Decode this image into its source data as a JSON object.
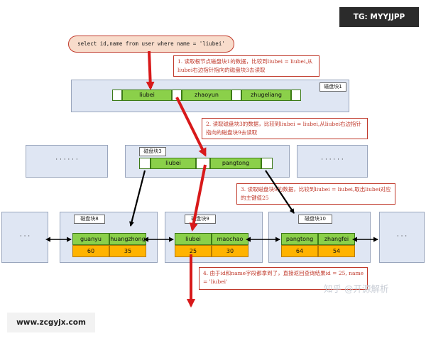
{
  "watermark_top": "TG: MYYJJPP",
  "watermark_bottom": "www.zcgyjx.com",
  "watermark_zhihu": "知乎 @开源解析",
  "query": "select id,name from user where name = 'liubei'",
  "notes": {
    "n1": "1. 读取根节点磁盘块1的数据，比较到liubei = liubei,从liubei右边指针指向的磁盘块3去读取",
    "n2": "2. 读取磁盘块3的数据，比较到liubei = liubei,从liubei右边指针指向的磁盘块9去读取",
    "n3": "3. 读取磁盘块9的数据，比较到liubei = liubei,取出liubei对应的主键值25",
    "n4": "4. 由于id和name字段都拿到了，直接返回查询结果id = 25, name = 'liubei'"
  },
  "root": {
    "label": "磁盘块1",
    "keys": [
      "liubei",
      "zhaoyun",
      "zhugeliang"
    ]
  },
  "mid": {
    "label": "磁盘块3",
    "keys": [
      "liubei",
      "pangtong"
    ]
  },
  "ellipsis": "· · · · · ·",
  "dots3": "· · ·",
  "leaf8": {
    "label": "磁盘块8",
    "keys": [
      "guanyu",
      "huangzhong"
    ],
    "values": [
      "60",
      "35"
    ]
  },
  "leaf9": {
    "label": "磁盘块9",
    "keys": [
      "liubei",
      "maochao"
    ],
    "values": [
      "25",
      "30"
    ]
  },
  "leaf10": {
    "label": "磁盘块10",
    "keys": [
      "pangtong",
      "zhangfei"
    ],
    "values": [
      "64",
      "54"
    ]
  }
}
